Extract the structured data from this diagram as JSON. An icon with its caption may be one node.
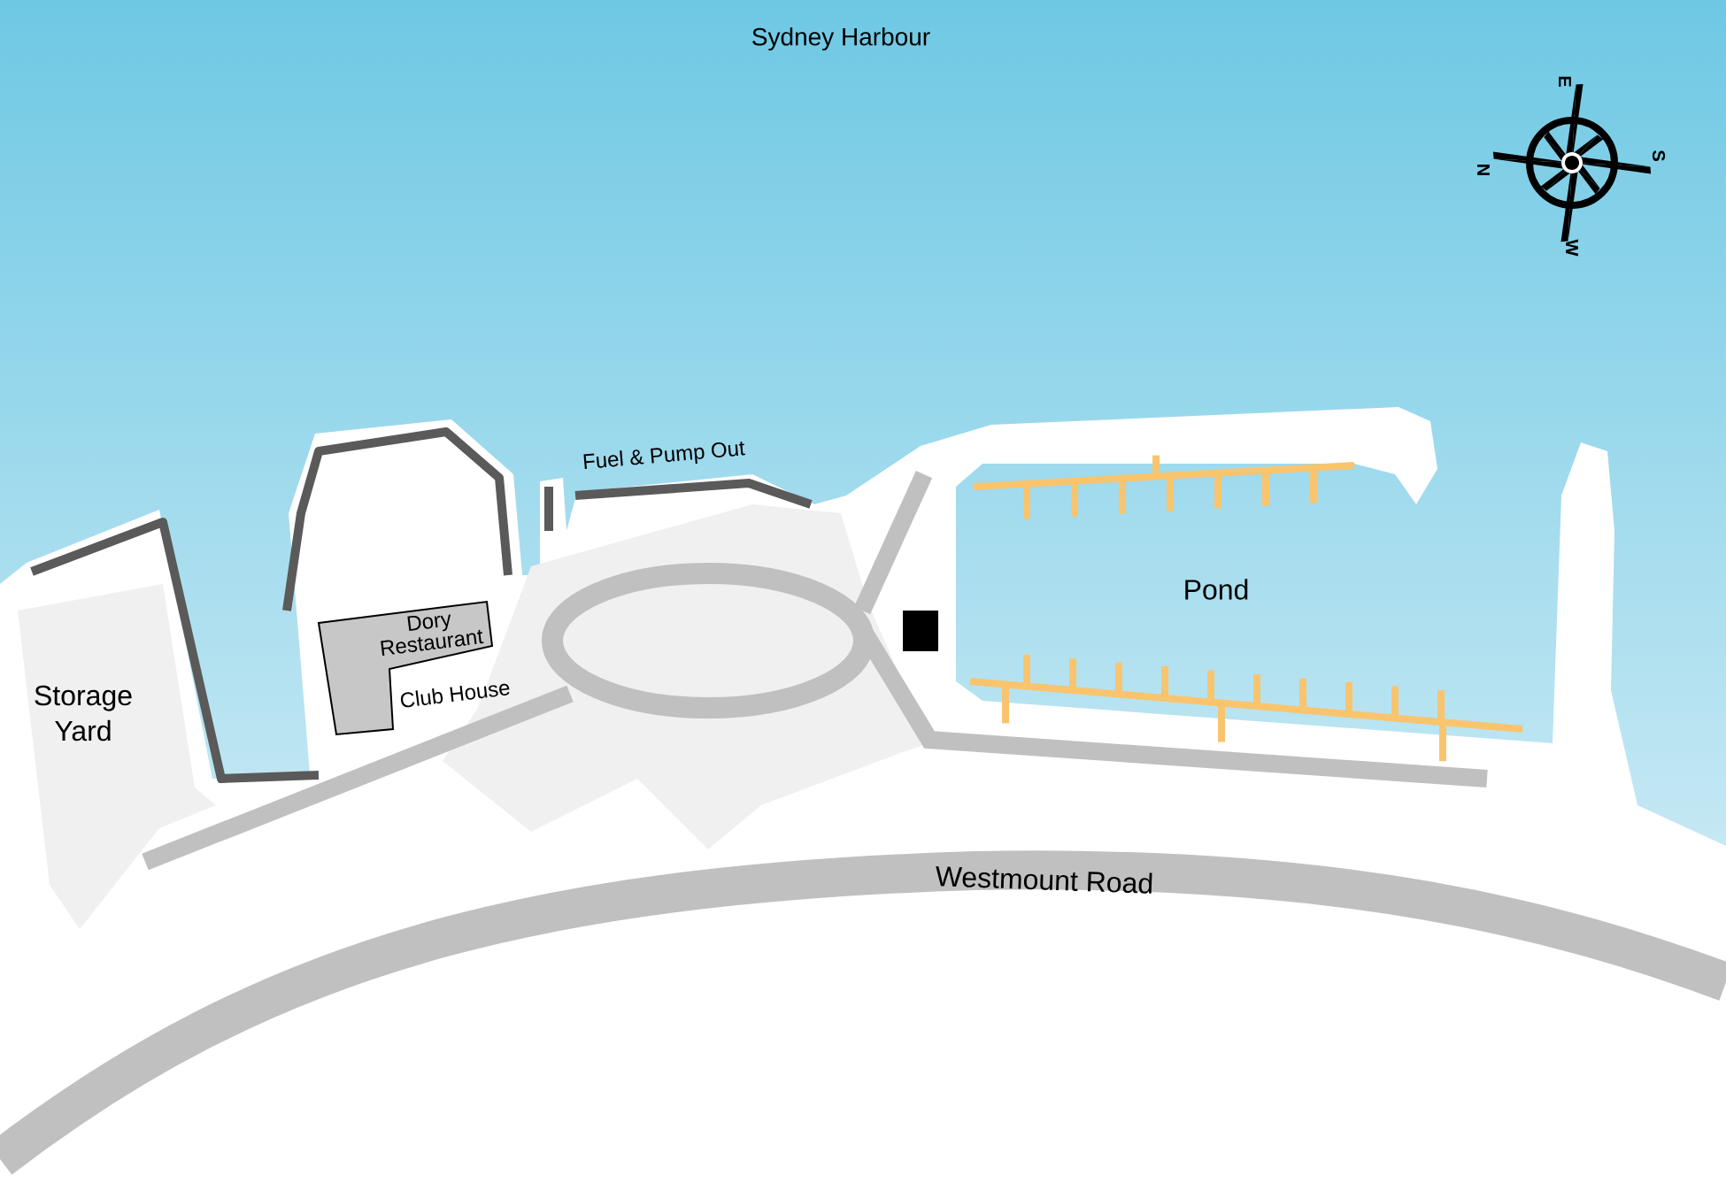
{
  "diagram": {
    "nodes": [
      {
        "text": [
          "Dory Restaurant"
        ],
        "beside": [
          "Club House"
        ]
      },
      {
        "text": [
          "Pond"
        ]
      }
    ],
    "labels": [
      "Sydney Harbour",
      "E",
      "N",
      "S",
      "W",
      "Fuel & Pump Out",
      "Storage Yard",
      "Westmount Road"
    ]
  }
}
